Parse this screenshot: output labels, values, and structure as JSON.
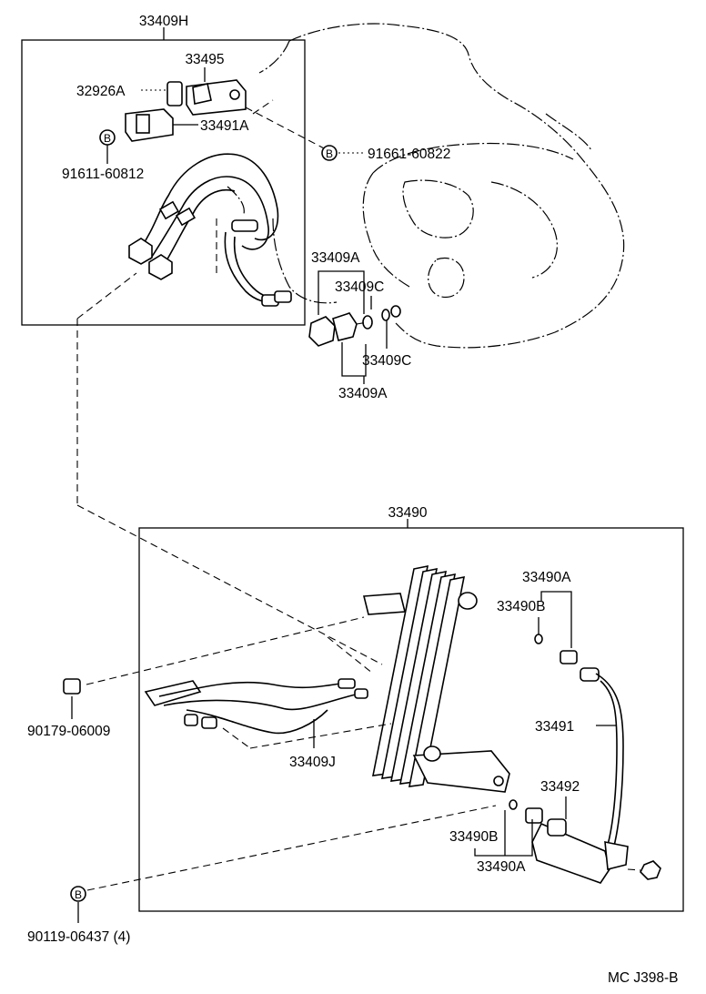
{
  "labels": {
    "group_upper": "33409H",
    "p33495": "33495",
    "p32926A": "32926A",
    "p33491A": "33491A",
    "bolt_left": "91611-60812",
    "bolt_right": "91661-60822",
    "bolt_mark": "B",
    "p33409A_top": "33409A",
    "p33409C_top": "33409C",
    "p33409C_bot": "33409C",
    "p33409A_bot": "33409A",
    "group_lower": "33490",
    "p33490A_top": "33490A",
    "p33490B_top": "33490B",
    "p33491": "33491",
    "p33492": "33492",
    "p33490B_bot": "33490B",
    "p33490A_bot": "33490A",
    "p33409J": "33409J",
    "p90179": "90179-06009",
    "p90119": "90119-06437 (4)",
    "footer_code": "MC J398-B"
  }
}
